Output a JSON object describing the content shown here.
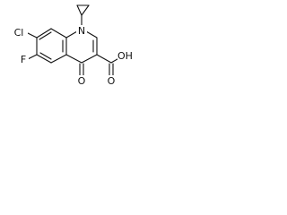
{
  "atom_labels": {
    "chlorine": "Cl",
    "fluorine": "F",
    "nitrogen": "N",
    "ketone_oxygen": "O",
    "carboxyl_oxygen": "O",
    "hydroxyl": "OH"
  },
  "colors": {
    "bond": "#111111",
    "text": "#111111",
    "background": "#ffffff"
  }
}
